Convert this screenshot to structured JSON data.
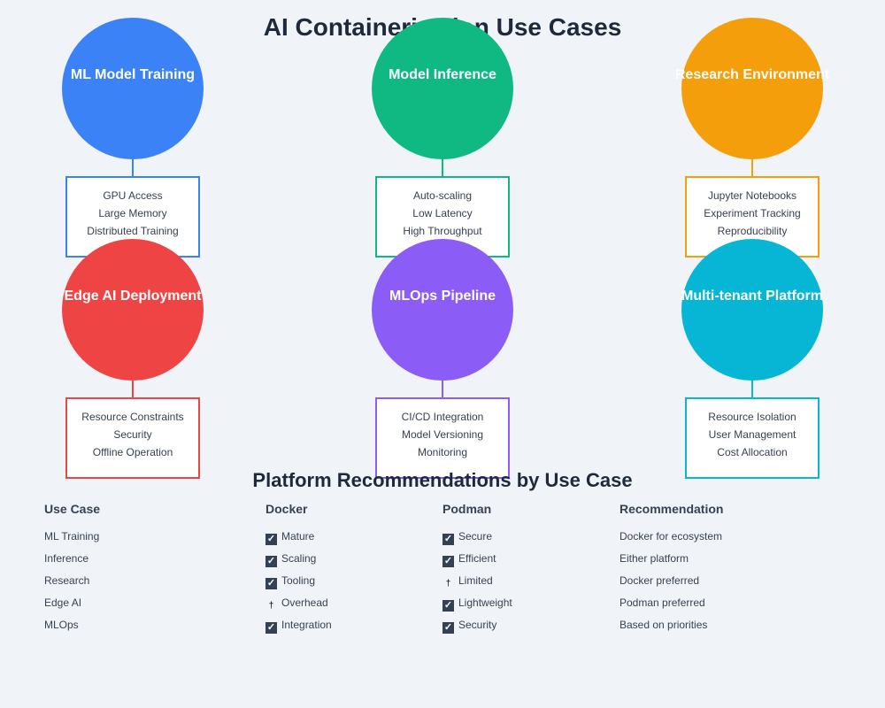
{
  "title": "AI Containerization Use Cases",
  "use_cases": [
    {
      "name": "ML Model Training",
      "color": "#3b82f6",
      "features": [
        "GPU Access",
        "Large Memory",
        "Distributed Training"
      ]
    },
    {
      "name": "Model Inference",
      "color": "#10b981",
      "features": [
        "Auto-scaling",
        "Low Latency",
        "High Throughput"
      ]
    },
    {
      "name": "Research Environment",
      "color": "#f59e0b",
      "features": [
        "Jupyter Notebooks",
        "Experiment Tracking",
        "Reproducibility"
      ]
    },
    {
      "name": "Edge AI Deployment",
      "color": "#ef4444",
      "features": [
        "Resource Constraints",
        "Security",
        "Offline Operation"
      ]
    },
    {
      "name": "MLOps Pipeline",
      "color": "#8b5cf6",
      "features": [
        "CI/CD Integration",
        "Model Versioning",
        "Monitoring"
      ]
    },
    {
      "name": "Multi-tenant Platform",
      "color": "#06b6d4",
      "features": [
        "Resource Isolation",
        "User Management",
        "Cost Allocation"
      ]
    }
  ],
  "recommendations": {
    "title": "Platform Recommendations by Use Case",
    "headers": [
      "Use Case",
      "Docker",
      "Podman",
      "Recommendation"
    ],
    "rows": [
      {
        "use_case": "ML Training",
        "docker": {
          "icon": "check-icon",
          "glyph": "✓",
          "text": "Mature"
        },
        "podman": {
          "icon": "check-icon",
          "glyph": "✓",
          "text": "Secure"
        },
        "recommendation": "Docker for ecosystem"
      },
      {
        "use_case": "Inference",
        "docker": {
          "icon": "check-icon",
          "glyph": "✓",
          "text": "Scaling"
        },
        "podman": {
          "icon": "check-icon",
          "glyph": "✓",
          "text": "Efficient"
        },
        "recommendation": "Either platform"
      },
      {
        "use_case": "Research",
        "docker": {
          "icon": "check-icon",
          "glyph": "✓",
          "text": "Tooling"
        },
        "podman": {
          "icon": "warning-icon",
          "glyph": "†",
          "text": "Limited"
        },
        "recommendation": "Docker preferred"
      },
      {
        "use_case": "Edge AI",
        "docker": {
          "icon": "warning-icon",
          "glyph": "†",
          "text": "Overhead"
        },
        "podman": {
          "icon": "check-icon",
          "glyph": "✓",
          "text": "Lightweight"
        },
        "recommendation": "Podman preferred"
      },
      {
        "use_case": "MLOps",
        "docker": {
          "icon": "check-icon",
          "glyph": "✓",
          "text": "Integration"
        },
        "podman": {
          "icon": "check-icon",
          "glyph": "✓",
          "text": "Security"
        },
        "recommendation": "Based on priorities"
      }
    ]
  }
}
